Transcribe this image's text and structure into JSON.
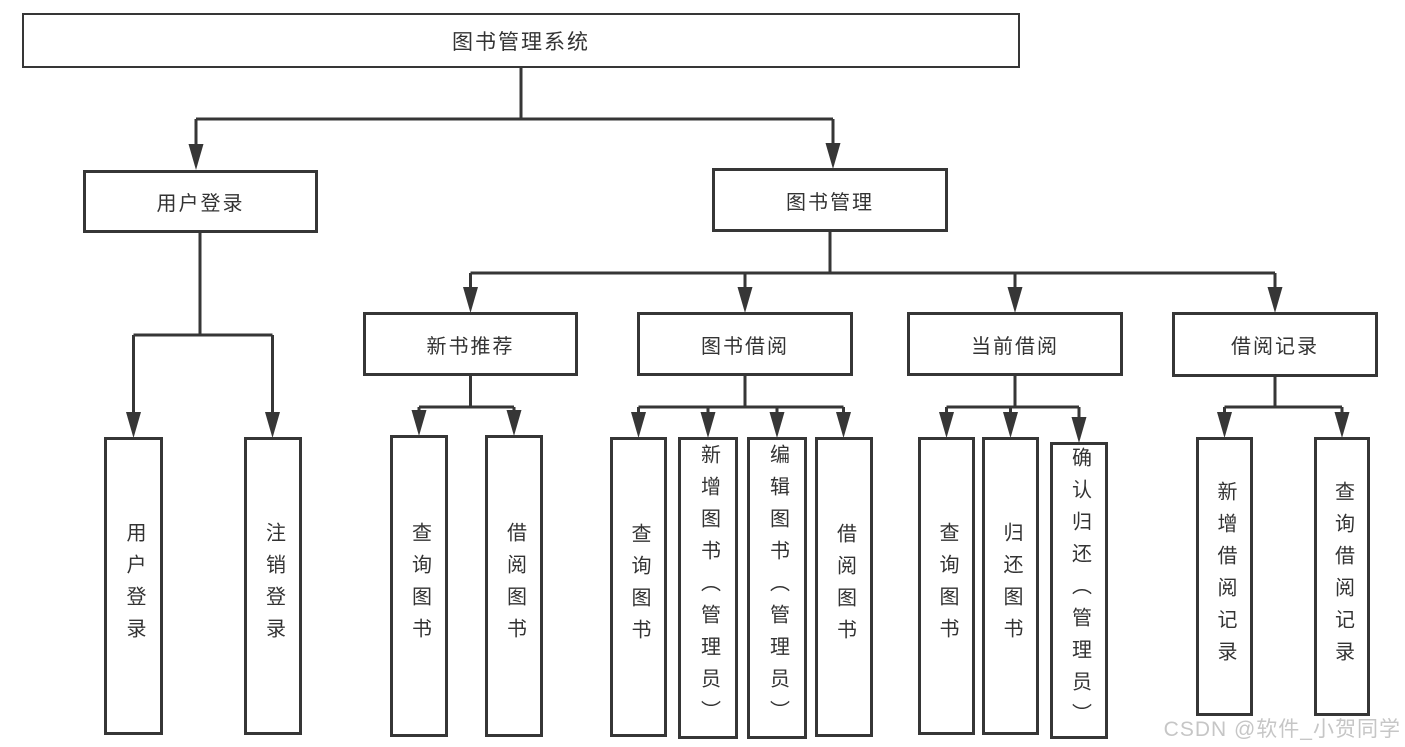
{
  "diagram_type": "hierarchy-tree",
  "colors": {
    "line": "#363636",
    "box_border": "#363636",
    "text": "#333333",
    "background": "#ffffff",
    "watermark": "#c3c3c3"
  },
  "watermark": "CSDN @软件_小贺同学",
  "tree": {
    "label": "图书管理系统",
    "children": [
      {
        "label": "用户登录",
        "children": [
          {
            "label": "用户登录"
          },
          {
            "label": "注销登录"
          }
        ]
      },
      {
        "label": "图书管理",
        "children": [
          {
            "label": "新书推荐",
            "children": [
              {
                "label": "查询图书"
              },
              {
                "label": "借阅图书"
              }
            ]
          },
          {
            "label": "图书借阅",
            "children": [
              {
                "label": "查询图书"
              },
              {
                "label": "新增图书（管理员）"
              },
              {
                "label": "编辑图书（管理员）"
              },
              {
                "label": "借阅图书"
              }
            ]
          },
          {
            "label": "当前借阅",
            "children": [
              {
                "label": "查询图书"
              },
              {
                "label": "归还图书"
              },
              {
                "label": "确认归还（管理员）"
              }
            ]
          },
          {
            "label": "借阅记录",
            "children": [
              {
                "label": "新增借阅记录"
              },
              {
                "label": "查询借阅记录"
              }
            ]
          }
        ]
      }
    ]
  }
}
